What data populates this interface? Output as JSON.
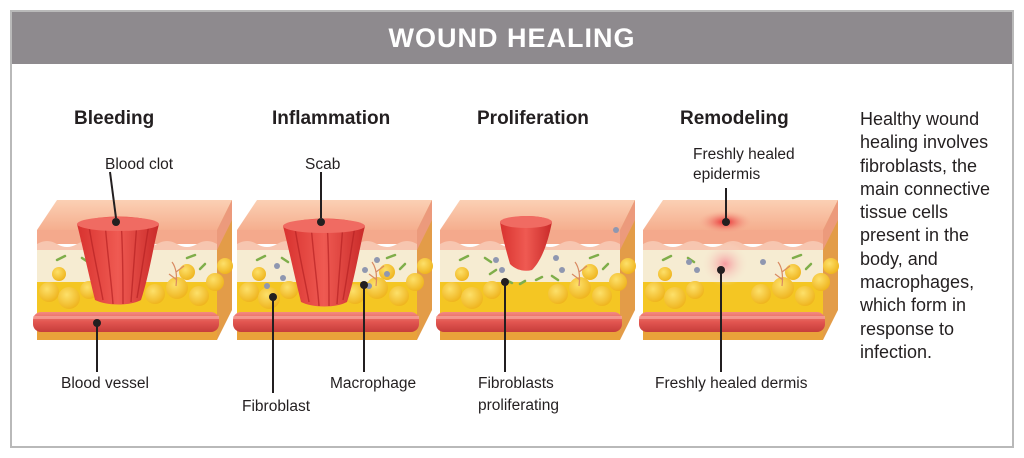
{
  "banner": {
    "title": "WOUND HEALING"
  },
  "stages": [
    {
      "title": "Bleeding"
    },
    {
      "title": "Inflammation"
    },
    {
      "title": "Proliferation"
    },
    {
      "title": "Remodeling"
    }
  ],
  "labels": {
    "blood_clot": "Blood clot",
    "blood_vessel": "Blood vessel",
    "scab": "Scab",
    "fibroblast": "Fibroblast",
    "macrophage": "Macrophage",
    "fibroblasts_proliferating_1": "Fibroblasts",
    "fibroblasts_proliferating_2": "proliferating",
    "freshly_healed_epidermis_1": "Freshly healed",
    "freshly_healed_epidermis_2": "epidermis",
    "freshly_healed_dermis": "Freshly healed dermis"
  },
  "description": {
    "lines": [
      "Healthy wound",
      "healing involves",
      "fibroblasts, the",
      "main connective",
      "tissue cells",
      "present in the",
      "body, and",
      "macrophages,",
      "which form in",
      "response to",
      "infection."
    ]
  },
  "colors": {
    "banner": "#8e8a8e",
    "skin_top": "#f7b99a",
    "epidermis": "#f4a98c",
    "dermis": "#f6ecd2",
    "fat": "#f4c623",
    "vessel": "#e8605a",
    "clot": "#e0403c"
  }
}
